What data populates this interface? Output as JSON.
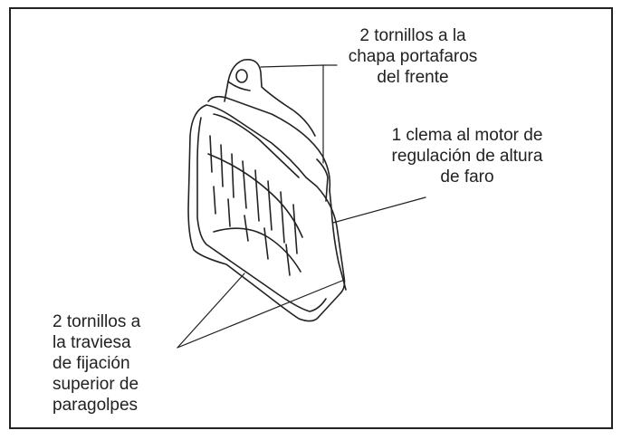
{
  "callouts": {
    "top_right": {
      "lines": [
        "2 tornillos a la",
        "chapa portafaros",
        "del frente"
      ]
    },
    "middle_right": {
      "lines": [
        "1 clema al motor de",
        "regulación de altura",
        "de faro"
      ]
    },
    "bottom_left": {
      "lines": [
        "2 tornillos a",
        "la traviesa",
        "de fijación",
        "superior de",
        "paragolpes"
      ]
    }
  },
  "colors": {
    "ink": "#222222",
    "background": "#ffffff"
  }
}
